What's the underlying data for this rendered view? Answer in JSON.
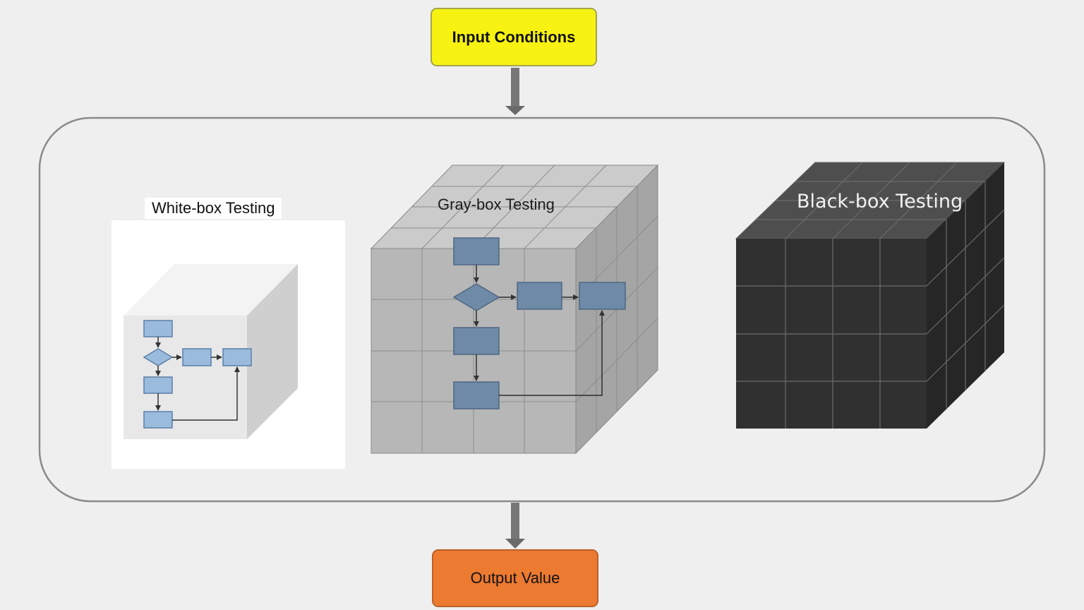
{
  "input_node": {
    "label": "Input Conditions",
    "color": "#f8f213"
  },
  "output_node": {
    "label": "Output Value",
    "color": "#ec7a30"
  },
  "testing_types": [
    {
      "label": "White-box Testing",
      "color": "#ffffff"
    },
    {
      "label": "Gray-box Testing",
      "color": "#b3b3b3"
    },
    {
      "label": "Black-box Testing",
      "color": "#3a3a3a"
    }
  ],
  "colors": {
    "flow_block": "#9bbbdc",
    "flow_block_border": "#5a7fa8",
    "flow_block_dark": "#6f8aa6",
    "arrow": "#777777",
    "container_border": "#8a8a8a"
  }
}
